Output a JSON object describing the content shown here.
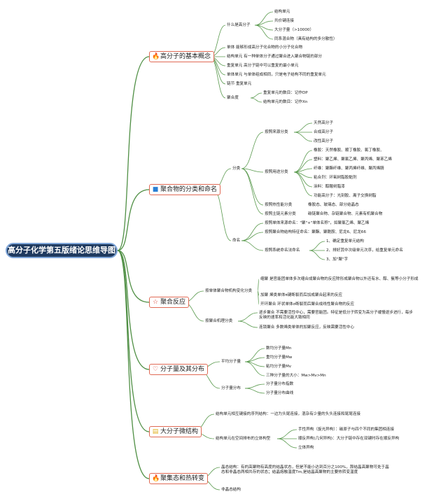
{
  "root": "高分子化学第五版绪论思维导图",
  "cats": [
    {
      "label": "高分子的基本概念",
      "icon": "fire-icon",
      "glyph": "🔥",
      "color": "#e8531f"
    },
    {
      "label": "聚合物的分类和命名",
      "icon": "flag-icon",
      "glyph": "■",
      "color": "#2a7fd4"
    },
    {
      "label": "聚合反应",
      "icon": "star-icon",
      "glyph": "☆",
      "color": "#d93b2b"
    },
    {
      "label": "分子量及其分布",
      "icon": "heart-icon",
      "glyph": "♡",
      "color": "#d93b2b"
    },
    {
      "label": "大分子微结构",
      "icon": "note-icon",
      "glyph": "▤",
      "color": "#e0b020"
    },
    {
      "label": "聚集态和热转变",
      "icon": "fire-icon",
      "glyph": "🔥",
      "color": "#2a7fd4"
    }
  ],
  "c1": {
    "what": "什么是高分子",
    "what_items": [
      "结构单元",
      "共价键连接",
      "大分子量（>10000）",
      "同系混合物（具有结构的多分散性）"
    ],
    "monomer": "单体 能够形成高分子化合物的小分子化合物",
    "struct_unit": "结构单元 有一种单体分子通过聚合进入聚合物链的部分",
    "repeat_unit": "重复单元 高分子链中可以重复的最小单元",
    "monomer_unit": "单体单元 与单体组成相同，只是电子结构不同的重复单元",
    "link": "链节 重复单元",
    "dp": "聚合度",
    "dp_items": [
      "重复单元的数目：记作DP",
      "结构单元的数目：记作Xn"
    ]
  },
  "c2": {
    "classify": "分类",
    "by_source": "按照来源分类",
    "source_items": [
      "天然高分子",
      "合成高分子",
      "改性高分子"
    ],
    "by_use": "按照用途分类",
    "use_items": [
      "橡胶：天然橡胶、顺丁橡胶、氯丁橡胶、",
      "塑料：聚乙烯、聚氯乙烯、聚丙烯、聚苯乙烯",
      "纤维：聚酯纤维、聚丙烯纤维、聚丙烯腈",
      "粘合剂：环氧树脂胶黏剂",
      "涂料：醇酸树脂漆",
      "功能高分子：光刻胶、离子交换树脂"
    ],
    "by_property": "按照热性能分类",
    "property_items": "橡胶态、玻璃态、部分结晶态",
    "by_main": "按照主链元素分类",
    "main_items": "碳链聚合物、杂链聚合物、元素有机聚合物",
    "naming": "命名",
    "n1": "按照单体来源命名：\"聚\"+\"单体名称\"，如聚氯乙烯、聚乙烯",
    "n2": "按照聚合物结构特征命名：聚酯、聚酰胺、尼龙6、尼龙66",
    "n3": "按照系统命名法命名",
    "n3_items": [
      "1、确定重复单元结构",
      "2、排好其中次级单元次序，给重复单元命名",
      "3、加\"聚\"字"
    ]
  },
  "c3": {
    "mech": "按单体聚合物机构变化分类",
    "mech_items": [
      "缩聚 是官能团单体多次缩合成聚合物的反应除形成聚合物以外还有水、醇、氨等小分子形成",
      "加聚 烯类单体π键断裂而后加成聚合起来的反应",
      "开环聚合 环状单体σ断裂而后聚合成线性聚合物的反应"
    ],
    "kin": "按聚合机理分类",
    "kin_items": [
      "逐步聚合 不需要活性中心，需要官能团。特征是低分子转变为高分子缓慢逐步进行，每步反映的速率和活化能大致相同",
      "连锁聚合 多数烯类单体的加聚反应，反映需要活性中心"
    ]
  },
  "c4": {
    "avg": "平均分子量",
    "avg_items": [
      "数均分子量Mn",
      "重均分子量Mw",
      "粘均分子量Mv",
      "三种分子量的大小：Mw>Mv>Mn"
    ],
    "dist": "分子量分布",
    "dist_items": [
      "分子量分布指数",
      "分子量分布曲线"
    ]
  },
  "c5": {
    "seq": "结构单元相互键接的序列结构：一边为头尾连接，混杂有少量的头头连接和尾尾连接",
    "stereo": "结构单元在空间排布的立体构型",
    "stereo_items": [
      "手性异构（旋光异构）：碳原子与四个不同的集团相连接",
      "顺反异构(几何异构)：大分子链中存在双键时存在顺反异构",
      "立体异构"
    ]
  },
  "c6": {
    "cryst": "晶态结构：有的高聚物有高度的结晶状态，但是不能小达到百分之100%，那结晶高聚物可处于晶态和非晶态两相共存的状态；结晶熔融温度Tm,是结晶高聚物的主要热转变温度",
    "amorph": "非晶态结构"
  }
}
